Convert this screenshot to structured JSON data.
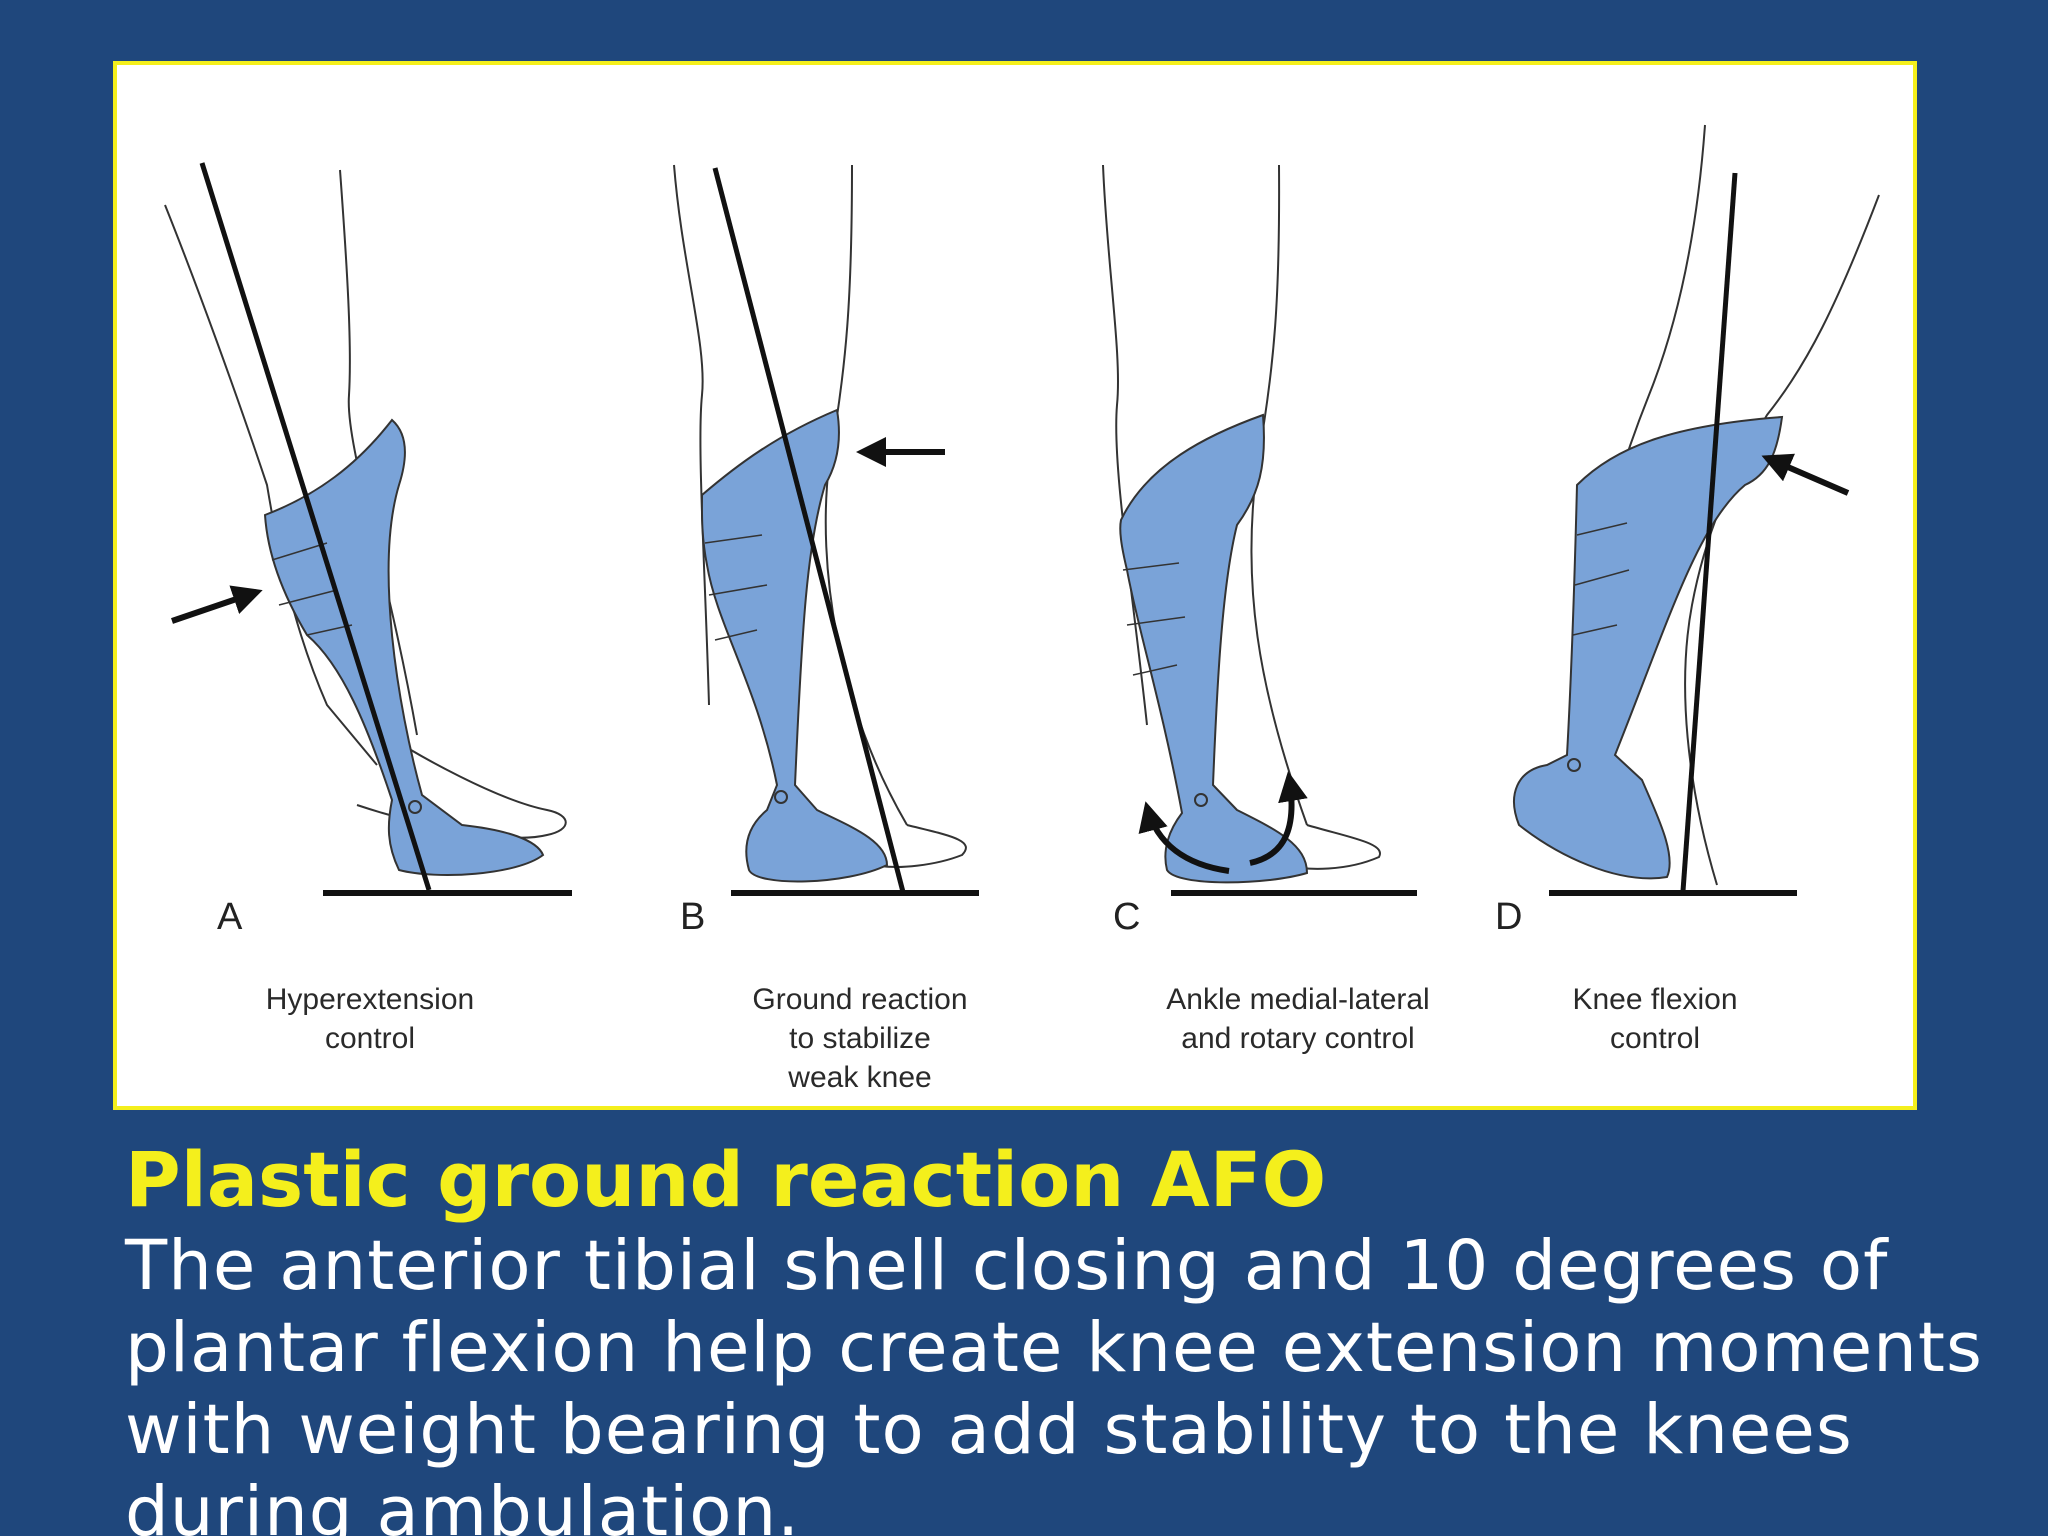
{
  "colors": {
    "background": "#1f477c",
    "panel_border": "#f4ef1c",
    "brace": "#7aa3d8",
    "heading": "#f4ef1c",
    "body_text": "#ffffff"
  },
  "figure": {
    "panels": [
      {
        "letter": "A",
        "caption_lines": [
          "Hyperextension",
          "control"
        ]
      },
      {
        "letter": "B",
        "caption_lines": [
          "Ground reaction",
          "to stabilize",
          "weak knee"
        ]
      },
      {
        "letter": "C",
        "caption_lines": [
          "Ankle medial-lateral",
          "and rotary control"
        ]
      },
      {
        "letter": "D",
        "caption_lines": [
          "Knee flexion",
          "control"
        ]
      }
    ]
  },
  "slide": {
    "heading": "Plastic ground reaction AFO",
    "body_lines": [
      "The anterior tibial shell closing and 10 degrees of",
      "plantar flexion help create knee extension moments",
      "with weight bearing to add stability to the knees",
      "during ambulation."
    ]
  }
}
